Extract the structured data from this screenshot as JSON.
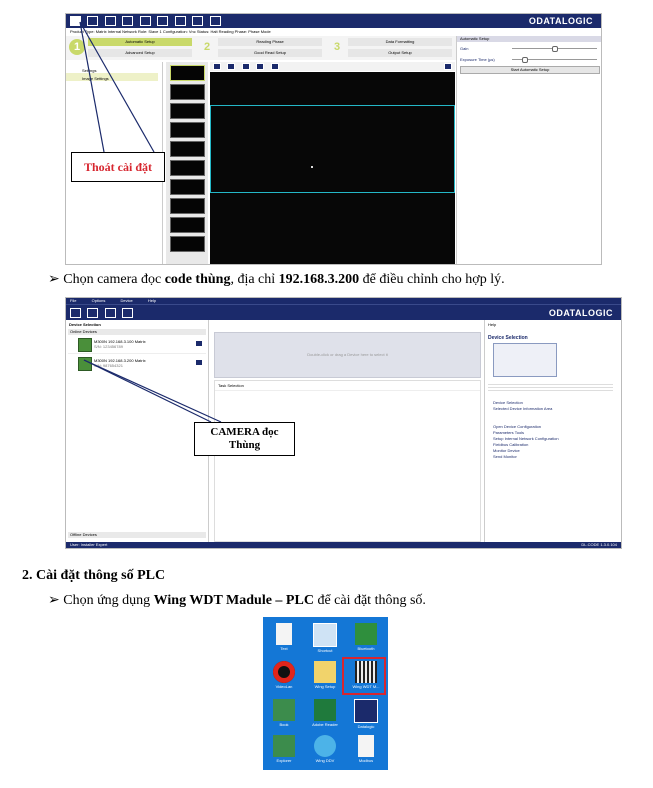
{
  "screenshot1": {
    "brand": "ODATALOGIC",
    "info_line": "Product Type: Matrix  Internal Network Role: Slave 1  Configuration: Vnc  Status: Halt  Reading Phase: Phase Mode",
    "steps": [
      {
        "num": "1",
        "top": "Automatic Setup",
        "bottom": "Advanced Setup"
      },
      {
        "num": "2",
        "top": "Reading Phase",
        "bottom": "Good Read Setup"
      },
      {
        "num": "3",
        "top": "Data Formatting",
        "bottom": "Output Setup"
      }
    ],
    "right_panel": {
      "title": "Automatic Setup",
      "gain_label": "Gain",
      "exposure_label": "Exposure Time (µs)",
      "button": "Start Automatic Setup"
    },
    "tree": [
      "Settings",
      "Image Settings"
    ],
    "callout": "Thoát cài đặt"
  },
  "bullet1": {
    "prefix": "Chọn camera đọc ",
    "bold1": "code thùng",
    "middle": ", địa chỉ ",
    "bold2": "192.168.3.200",
    "suffix": " để điều chỉnh cho hợp lý."
  },
  "screenshot2": {
    "menu": [
      "File",
      "Options",
      "Device",
      "Help"
    ],
    "brand": "ODATALOGIC",
    "left_title": "Device Selection",
    "online_devices": "Online Devices",
    "devices": [
      {
        "name": "M300N 192.168.3.100 Matrix",
        "sub": "S/N: 123456789"
      },
      {
        "name": "M300N 192.168.3.200 Matrix",
        "sub": "S/N: 987654321"
      }
    ],
    "offline_devices": "Offline Devices",
    "drop_zone": "Double-click or drag a Device here to select it",
    "task_selection": "Task Selection",
    "help_title": "Help",
    "help_heading": "Device Selection",
    "help_links": [
      "Device Selection",
      "Selected Device Information Area"
    ],
    "task_links": [
      "Open Device Configuration",
      "Parameters Tools",
      "Setup Internal Network Configuration",
      "Fieldbus Calibration",
      "Monitor Device",
      "Send Monitor"
    ],
    "status_left": "User: Installer Expert",
    "status_right": "DL.CODE 1.3.0.104",
    "callout_line1": "CAMERA đọc",
    "callout_line2": "Thùng"
  },
  "section": {
    "heading": "2. Cài đặt thông số PLC"
  },
  "bullet2": {
    "prefix": "Chọn ứng dụng ",
    "bold": "Wing WDT Madule – PLC",
    "suffix": " để cài đặt thông số."
  },
  "desktop": {
    "icons": [
      "Text",
      "Shortcut",
      "Bluetooth",
      "VideoLan",
      "Wing Setup",
      "Wing WDT M...",
      "Book",
      "Adobe Reader",
      "Datalogic",
      "Explorer",
      "Wing DDV",
      "Modbus"
    ]
  },
  "colors": {
    "navy": "#1b2a6b",
    "green": "#c9d96a",
    "teal": "#24b7c7",
    "desktop_blue": "#1477d6",
    "highlight": "#d7262f"
  }
}
